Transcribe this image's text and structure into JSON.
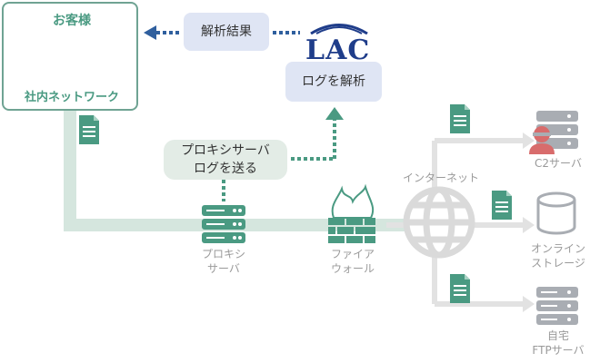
{
  "customer": {
    "title": "お客様",
    "network_label": "社内ネットワーク"
  },
  "lac": {
    "logo_text": "LAC",
    "analysis_result": "解析結果",
    "analyze_logs": "ログを解析"
  },
  "proxy": {
    "send_logs_line1": "プロキシサーバ",
    "send_logs_line2": "ログを送る",
    "server_line1": "プロキシ",
    "server_line2": "サーバ"
  },
  "firewall": {
    "line1": "ファイア",
    "line2": "ウォール"
  },
  "internet": {
    "label": "インターネット"
  },
  "destinations": {
    "c2": "C2サーバ",
    "storage_line1": "オンライン",
    "storage_line2": "ストレージ",
    "ftp_line1": "自宅",
    "ftp_line2": "FTPサーバ"
  },
  "colors": {
    "teal": "#4a9a82",
    "light_teal": "#d5e6de",
    "navy": "#2f5f9e",
    "gray": "#9a9a9a",
    "red": "#d86c6c"
  }
}
